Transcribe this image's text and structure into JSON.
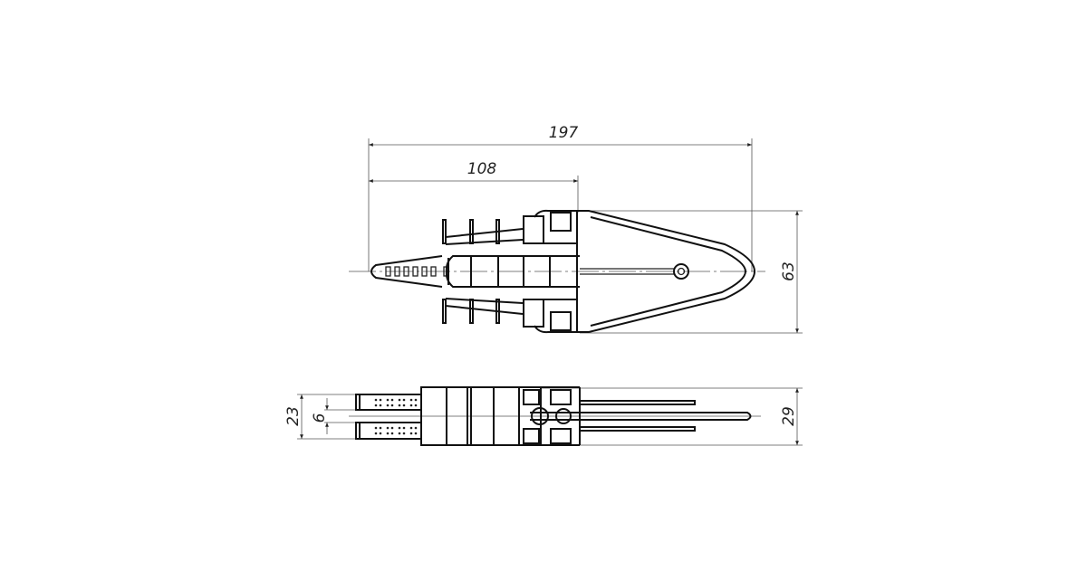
{
  "drawing": {
    "top_view": {
      "dimensions": {
        "overall_length": "197",
        "body_length": "108",
        "width": "63"
      }
    },
    "bottom_view": {
      "dimensions": {
        "jaw_height": "23",
        "gap": "6",
        "body_height": "29"
      }
    },
    "line_color": "#111111"
  }
}
